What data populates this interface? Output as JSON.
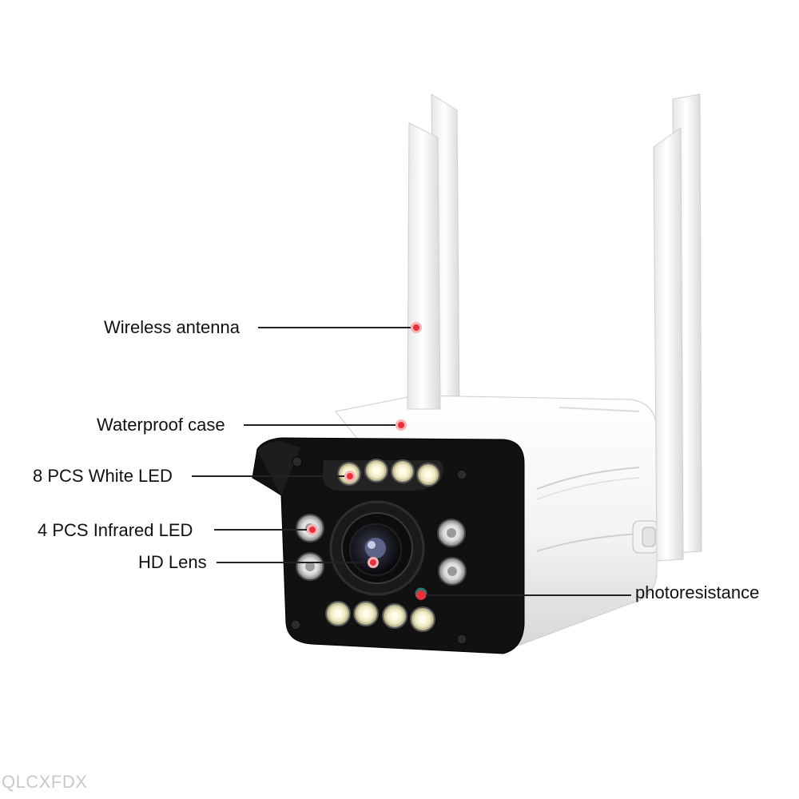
{
  "callouts": {
    "wireless_antenna": "Wireless antenna",
    "waterproof_case": "Waterproof case",
    "white_led": "8 PCS White LED",
    "infrared_led": "4 PCS Infrared LED",
    "hd_lens": "HD Lens",
    "photoresistance": "photoresistance"
  },
  "watermark": "QLCXFDX",
  "colors": {
    "marker": "#e8303a",
    "leader_line": "#222222",
    "camera_body": "#f4f4f4",
    "front_panel": "#111111",
    "led_white": "#f3efcf"
  },
  "icons": {
    "camera": "outdoor-wifi-bullet-camera",
    "antenna": "antenna-icon",
    "led": "led-icon",
    "lens": "lens-icon"
  }
}
